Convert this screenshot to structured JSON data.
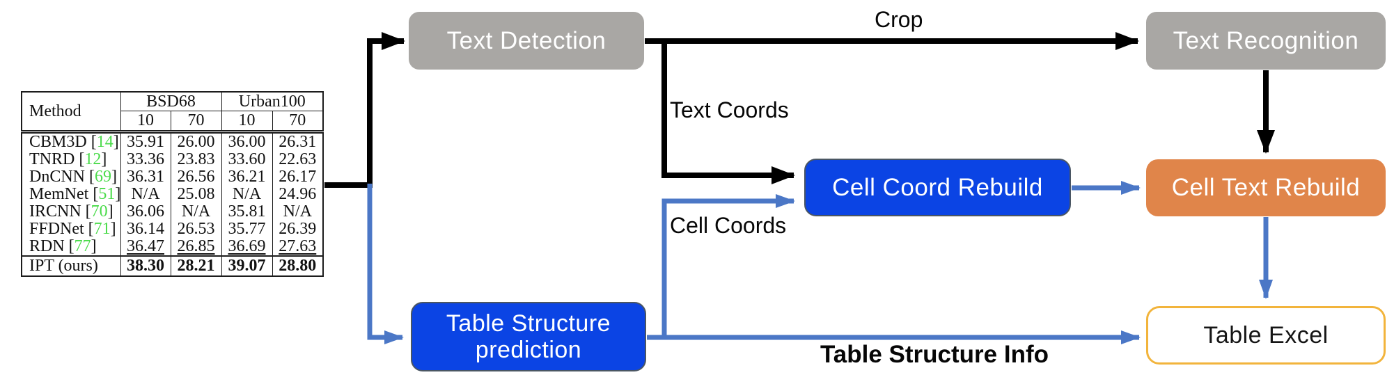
{
  "figure_table": {
    "method_header": "Method",
    "col_groups": [
      {
        "label": "BSD68",
        "subcols": [
          "10",
          "70"
        ]
      },
      {
        "label": "Urban100",
        "subcols": [
          "10",
          "70"
        ]
      }
    ],
    "rows": [
      {
        "method": "CBM3D",
        "cite": "14",
        "values": [
          "35.91",
          "26.00",
          "36.00",
          "26.31"
        ],
        "emphasis": "none"
      },
      {
        "method": "TNRD",
        "cite": "12",
        "values": [
          "33.36",
          "23.83",
          "33.60",
          "22.63"
        ],
        "emphasis": "none"
      },
      {
        "method": "DnCNN",
        "cite": "69",
        "values": [
          "36.31",
          "26.56",
          "36.21",
          "26.17"
        ],
        "emphasis": "none"
      },
      {
        "method": "MemNet",
        "cite": "51",
        "values": [
          "N/A",
          "25.08",
          "N/A",
          "24.96"
        ],
        "emphasis": "none"
      },
      {
        "method": "IRCNN",
        "cite": "70",
        "values": [
          "36.06",
          "N/A",
          "35.81",
          "N/A"
        ],
        "emphasis": "none"
      },
      {
        "method": "FFDNet",
        "cite": "71",
        "values": [
          "36.14",
          "26.53",
          "35.77",
          "26.39"
        ],
        "emphasis": "none"
      },
      {
        "method": "RDN",
        "cite": "77",
        "values": [
          "36.47",
          "26.85",
          "36.69",
          "27.63"
        ],
        "emphasis": "underline"
      },
      {
        "method": "IPT (ours)",
        "cite": "",
        "values": [
          "38.30",
          "28.21",
          "39.07",
          "28.80"
        ],
        "emphasis": "bold"
      }
    ],
    "citation_color": "#4adb4a"
  },
  "flow": {
    "nodes": {
      "text_detection": {
        "label": "Text Detection",
        "fill": "#a9a7a4",
        "text_color": "#ffffff"
      },
      "text_recognition": {
        "label": "Text Recognition",
        "fill": "#a9a7a4",
        "text_color": "#ffffff"
      },
      "cell_coord_rebuild": {
        "label": "Cell Coord Rebuild",
        "fill": "#0b44e4",
        "text_color": "#ffffff"
      },
      "cell_text_rebuild": {
        "label": "Cell Text Rebuild",
        "fill": "#e0854a",
        "text_color": "#ffffff"
      },
      "table_structure_prediction": {
        "label": "Table Structure prediction",
        "fill": "#0b44e4",
        "text_color": "#ffffff"
      },
      "table_excel": {
        "label": "Table Excel",
        "fill": "#ffffff",
        "border_color": "#f2b43c",
        "text_color": "#151515"
      }
    },
    "edge_labels": {
      "crop": "Crop",
      "text_coords": "Text Coords",
      "cell_coords": "Cell Coords",
      "table_structure_info": "Table Structure Info"
    },
    "arrow_colors": {
      "black": "#000000",
      "blue": "#4b77c6"
    }
  }
}
